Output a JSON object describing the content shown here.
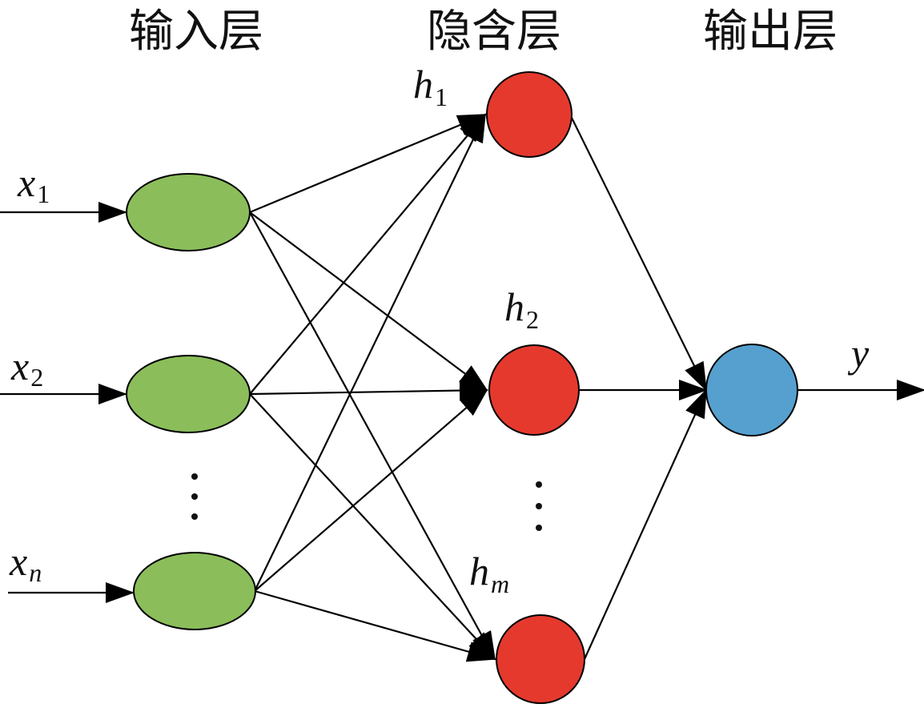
{
  "layers": {
    "input_title": "输入层",
    "hidden_title": "隐含层",
    "output_title": "输出层"
  },
  "inputs": [
    {
      "base": "x",
      "sub": "1"
    },
    {
      "base": "x",
      "sub": "2"
    },
    {
      "base": "x",
      "sub": "n"
    }
  ],
  "hidden": [
    {
      "base": "h",
      "sub": "1"
    },
    {
      "base": "h",
      "sub": "2"
    },
    {
      "base": "h",
      "sub": "m"
    }
  ],
  "output": {
    "base": "y"
  },
  "colors": {
    "input_node": "#8BBE5A",
    "hidden_node": "#E5392E",
    "output_node": "#55A0CF"
  }
}
